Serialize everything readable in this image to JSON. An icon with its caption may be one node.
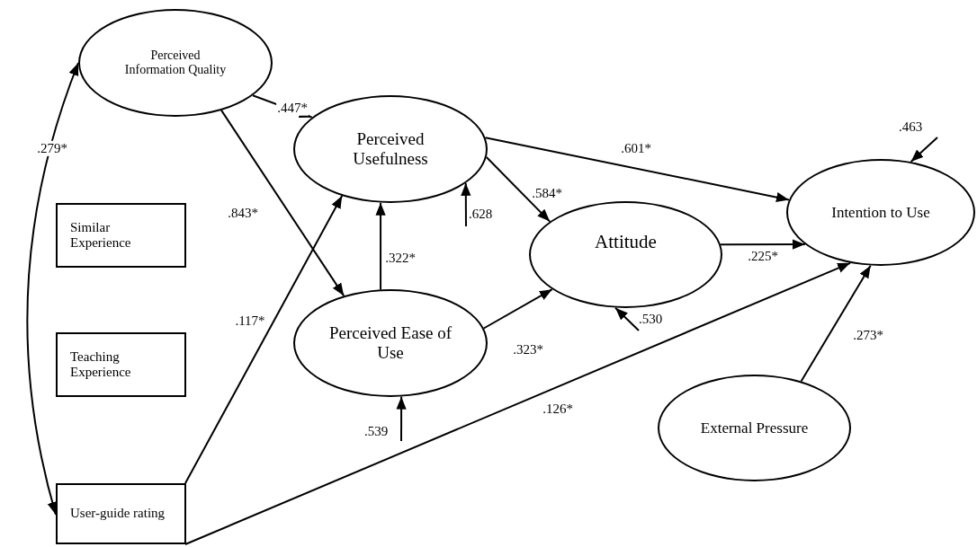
{
  "diagram": {
    "nodes": [
      {
        "text": [
          "Perceived Information Quality"
        ]
      },
      {
        "text": [
          "Perceived Usefulness"
        ]
      },
      {
        "text": [
          "Similar Experience"
        ]
      },
      {
        "text": [
          "Attitude"
        ]
      },
      {
        "text": [
          "Intention to Use"
        ]
      },
      {
        "text": [
          "Teaching Experience"
        ]
      },
      {
        "text": [
          "Perceived Ease of Use"
        ]
      },
      {
        "text": [
          "External Pressure"
        ]
      },
      {
        "text": [
          "User-guide rating"
        ]
      }
    ],
    "edges": [
      {
        "from": 0,
        "to": 1,
        "arrow": "to",
        "label": ".447*"
      },
      {
        "from": 0,
        "to": 6,
        "arrow": "to",
        "label": ".843*"
      },
      {
        "from": 0,
        "to": 8,
        "arrow": "both",
        "label": ".279*"
      },
      {
        "from": 8,
        "to": 1,
        "arrow": "to",
        "label": ".117*"
      },
      {
        "from": 8,
        "to": 4,
        "arrow": "to",
        "label": ".126*"
      },
      {
        "from": 6,
        "to": 1,
        "arrow": "to",
        "label": ".322*"
      },
      {
        "from": 6,
        "to": 3,
        "arrow": "to",
        "label": ".323*"
      },
      {
        "from": 1,
        "to": 3,
        "arrow": "to",
        "label": ".584*"
      },
      {
        "from": 1,
        "to": 4,
        "arrow": "to",
        "label": ".601*"
      },
      {
        "from": 3,
        "to": 4,
        "arrow": "to",
        "label": ".225*"
      },
      {
        "from": 7,
        "to": 4,
        "arrow": "to",
        "label": ".273*"
      },
      {
        "from": null,
        "to": 1,
        "arrow": "to",
        "label": ".628"
      },
      {
        "from": null,
        "to": 6,
        "arrow": "to",
        "label": ".539"
      },
      {
        "from": null,
        "to": 3,
        "arrow": "to",
        "label": ".530"
      },
      {
        "from": null,
        "to": 4,
        "arrow": "to",
        "label": ".463"
      }
    ]
  }
}
